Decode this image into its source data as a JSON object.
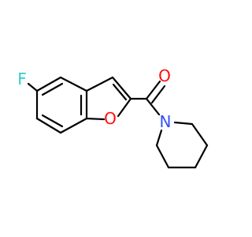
{
  "molecule": {
    "atoms": {
      "fluorine": {
        "symbol": "F",
        "color": "#33CCCC"
      },
      "furan_oxygen": {
        "symbol": "O",
        "color": "#FF0D0D"
      },
      "carbonyl_oxygen": {
        "symbol": "O",
        "color": "#FF0D0D"
      },
      "piperidine_nitrogen": {
        "symbol": "N",
        "color": "#3050F8"
      }
    },
    "bond_color": "#000000",
    "background": "#FFFFFF"
  }
}
